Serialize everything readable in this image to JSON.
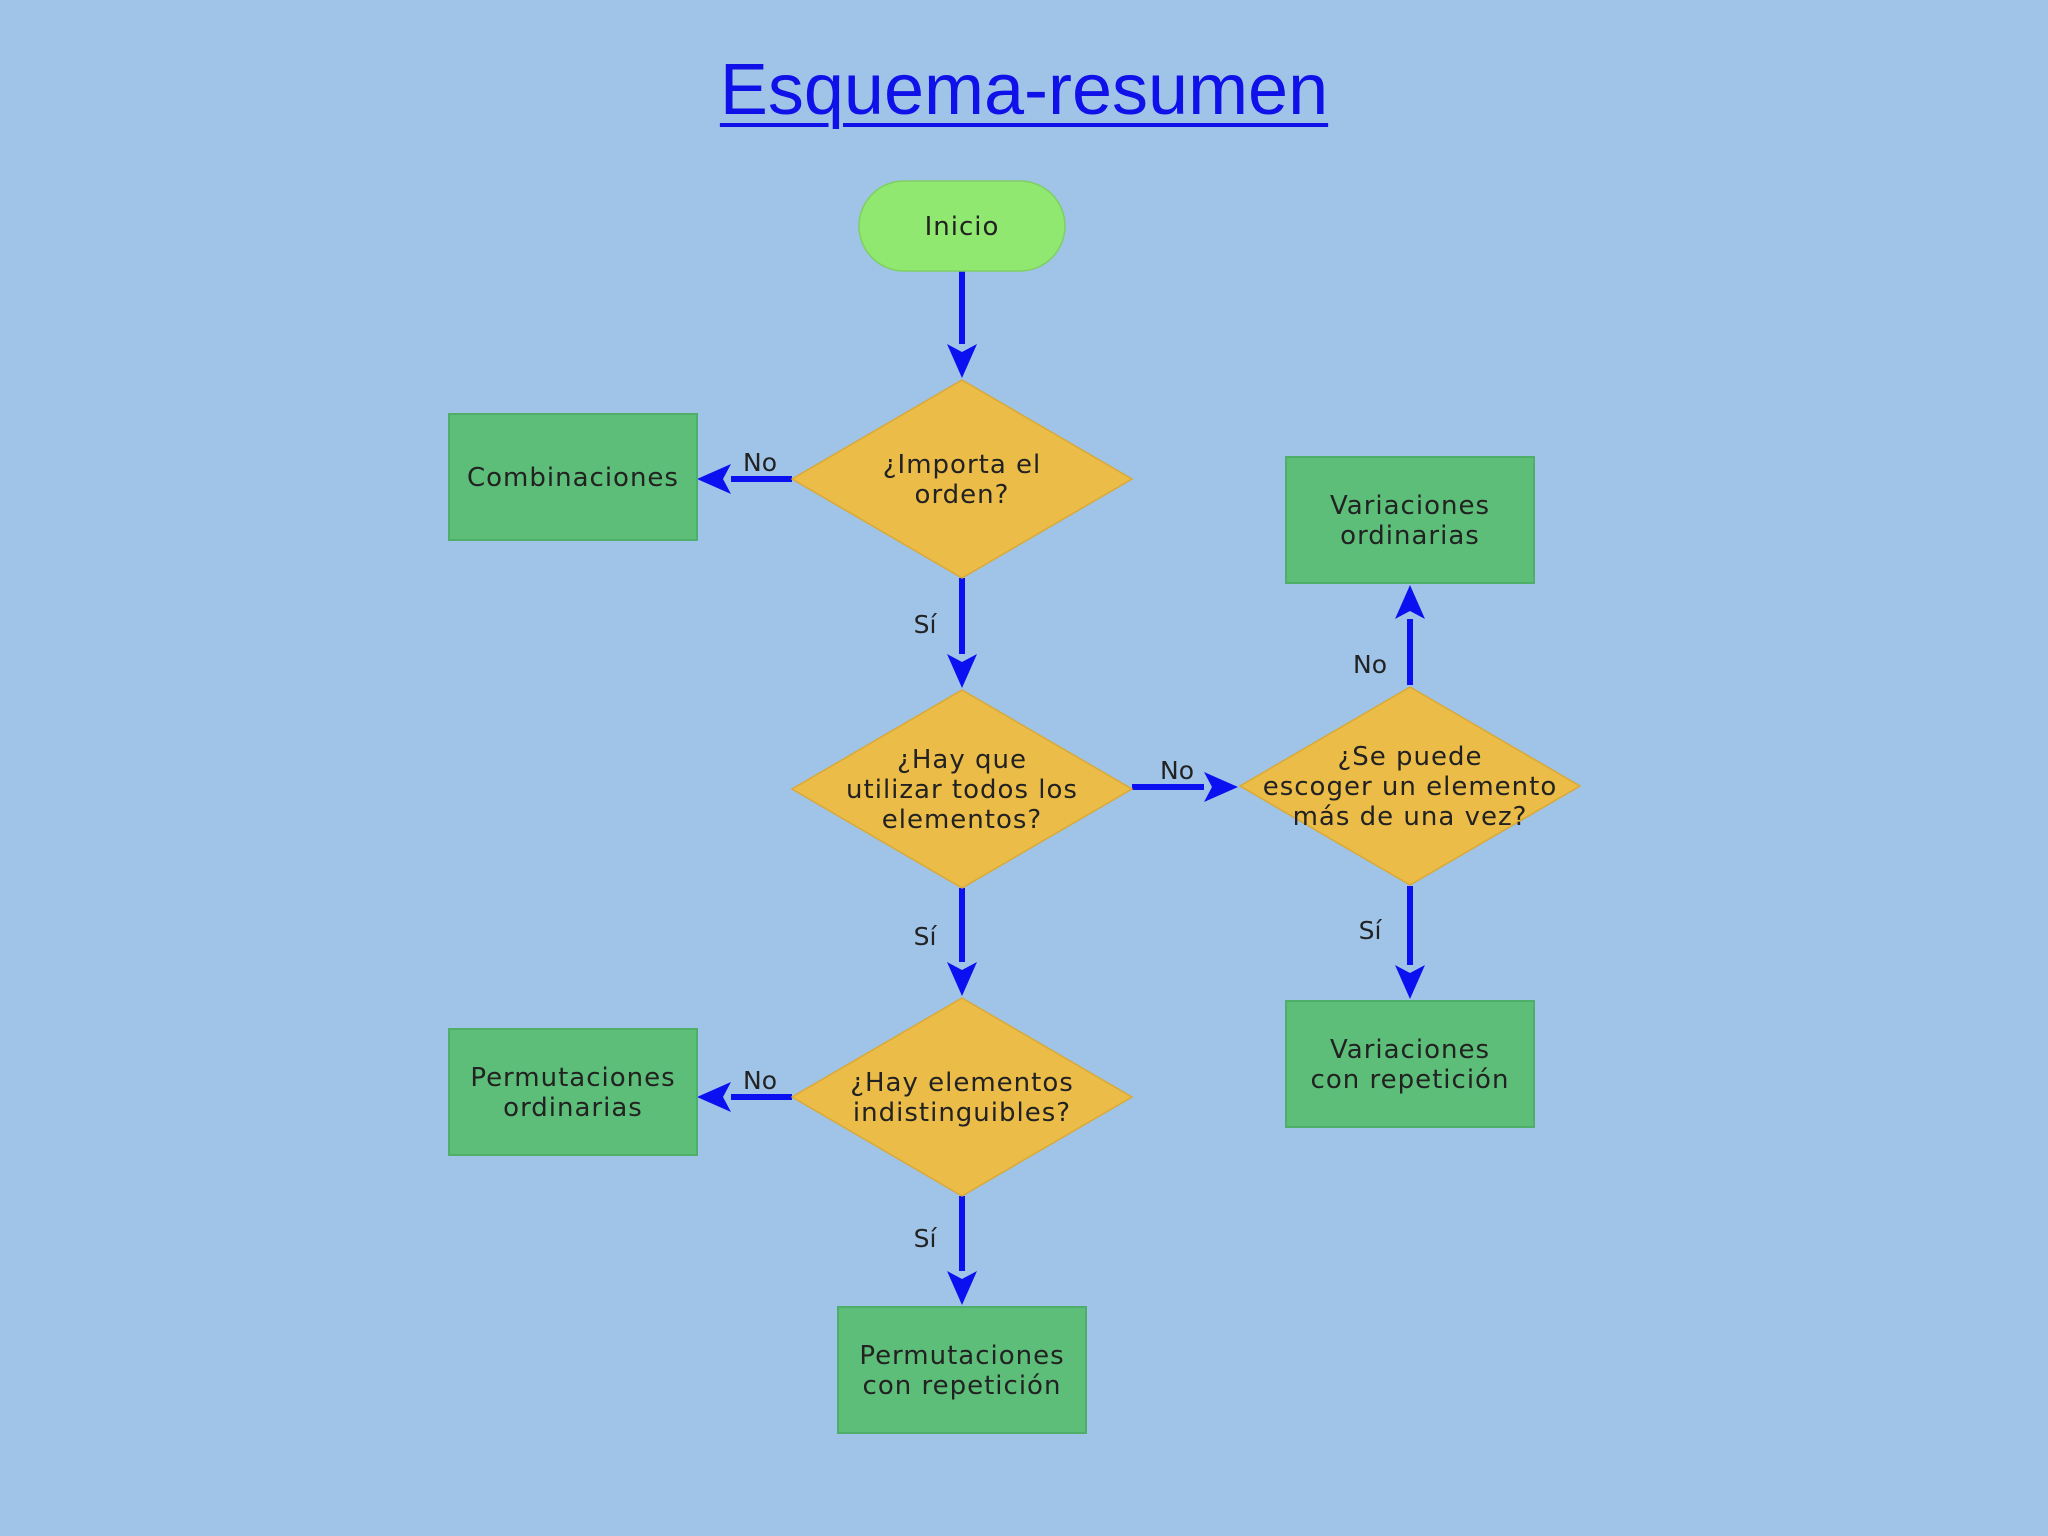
{
  "title": "Esquema-resumen",
  "colors": {
    "background": "#a0c4e8",
    "terminal": "#90e870",
    "decision": "#ebbd48",
    "outcome": "#5cbe78",
    "arrow": "#0a10f0",
    "title": "#1010e8"
  },
  "nodes": {
    "inicio": {
      "type": "terminal",
      "lines": [
        "Inicio"
      ]
    },
    "importa_orden": {
      "type": "decision",
      "lines": [
        "¿Importa el",
        "orden?"
      ]
    },
    "combinaciones": {
      "type": "outcome",
      "lines": [
        "Combinaciones"
      ]
    },
    "todos_elementos": {
      "type": "decision",
      "lines": [
        "¿Hay que",
        "utilizar todos los",
        "elementos?"
      ]
    },
    "escoger_mas_vez": {
      "type": "decision",
      "lines": [
        "¿Se puede",
        "escoger un elemento",
        "más de una vez?"
      ]
    },
    "variaciones_ordinarias": {
      "type": "outcome",
      "lines": [
        "Variaciones",
        "ordinarias"
      ]
    },
    "variaciones_repeticion": {
      "type": "outcome",
      "lines": [
        "Variaciones",
        "con repetición"
      ]
    },
    "indistinguibles": {
      "type": "decision",
      "lines": [
        "¿Hay elementos",
        "indistinguibles?"
      ]
    },
    "permutaciones_ordinarias": {
      "type": "outcome",
      "lines": [
        "Permutaciones",
        "ordinarias"
      ]
    },
    "permutaciones_repeticion": {
      "type": "outcome",
      "lines": [
        "Permutaciones",
        "con repetición"
      ]
    }
  },
  "edges": [
    {
      "from": "inicio",
      "to": "importa_orden",
      "label": ""
    },
    {
      "from": "importa_orden",
      "to": "combinaciones",
      "label": "No"
    },
    {
      "from": "importa_orden",
      "to": "todos_elementos",
      "label": "Sí"
    },
    {
      "from": "todos_elementos",
      "to": "escoger_mas_vez",
      "label": "No"
    },
    {
      "from": "escoger_mas_vez",
      "to": "variaciones_ordinarias",
      "label": "No"
    },
    {
      "from": "escoger_mas_vez",
      "to": "variaciones_repeticion",
      "label": "Sí"
    },
    {
      "from": "todos_elementos",
      "to": "indistinguibles",
      "label": "Sí"
    },
    {
      "from": "indistinguibles",
      "to": "permutaciones_ordinarias",
      "label": "No"
    },
    {
      "from": "indistinguibles",
      "to": "permutaciones_repeticion",
      "label": "Sí"
    }
  ]
}
